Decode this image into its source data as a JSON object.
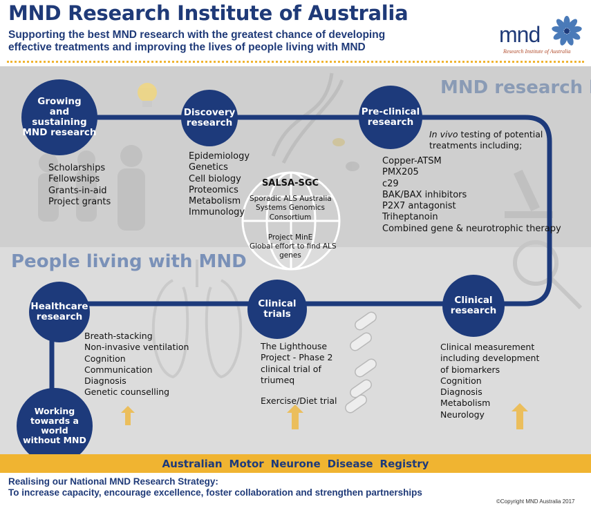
{
  "header": {
    "title": "MND Research Institute of Australia",
    "subtitle_line1": "Supporting the best MND research with the greatest chance of developing",
    "subtitle_line2": "effective treatments and improving the lives of people living with MND",
    "logo_text": "mnd",
    "logo_tagline": "Research Institute of Australia"
  },
  "zones": {
    "lab": "MND research lab",
    "people": "People living with MND"
  },
  "nodes": {
    "growing": "Growing\nand sustaining\nMND research",
    "discovery": "Discovery\nresearch",
    "preclinical": "Pre-clinical\nresearch",
    "clinical_research": "Clinical\nresearch",
    "clinical_trials": "Clinical\ntrials",
    "healthcare": "Healthcare\nresearch",
    "working": "Working\ntowards a world\nwithout MND"
  },
  "lists": {
    "growing": [
      "Scholarships",
      "Fellowships",
      "Grants-in-aid",
      "Project grants"
    ],
    "discovery": [
      "Epidemiology",
      "Genetics",
      "Cell biology",
      "Proteomics",
      "Metabolism",
      "Immunology"
    ],
    "preclinical_intro_italic": "In vivo",
    "preclinical_intro_rest": " testing of potential",
    "preclinical_intro_line2": "treatments including;",
    "preclinical": [
      "Copper-ATSM",
      "PMX205",
      "c29",
      "BAK/BAX inhibitors",
      "P2X7 antagonist",
      "Triheptanoin",
      "Combined gene & neurotrophic therapy"
    ],
    "clinical_research": [
      "Clinical measurement",
      "including development",
      "of biomarkers",
      "Cognition",
      "Diagnosis",
      "Metabolism",
      "Neurology"
    ],
    "clinical_trials": [
      "The Lighthouse",
      "Project - Phase 2",
      "clinical trial of",
      "triumeq",
      "",
      "Exercise/Diet trial"
    ],
    "healthcare": [
      "Breath-stacking",
      "Non-invasive ventilation",
      "Cognition",
      "Communication",
      "Diagnosis",
      "Genetic counselling"
    ]
  },
  "globe": {
    "title": "SALSA-SGC",
    "desc": [
      "Sporadic ALS Australia",
      "Systems Genomics",
      "Consortium"
    ],
    "project_title": "Project MinE",
    "project_desc": [
      "Global effort to find ALS",
      "genes"
    ]
  },
  "registry": [
    "Australian",
    "Motor",
    "Neurone",
    "Disease",
    "Registry"
  ],
  "footer": {
    "strategy_line1": "Realising our National MND Research Strategy:",
    "strategy_line2": "To increase capacity, encourage excellence, foster collaboration and strengthen partnerships",
    "copyright": "©Copyright MND Australia 2017"
  },
  "colors": {
    "navy": "#1d3a7b",
    "gold": "#f0b431",
    "panel": "#dcdcdc"
  }
}
